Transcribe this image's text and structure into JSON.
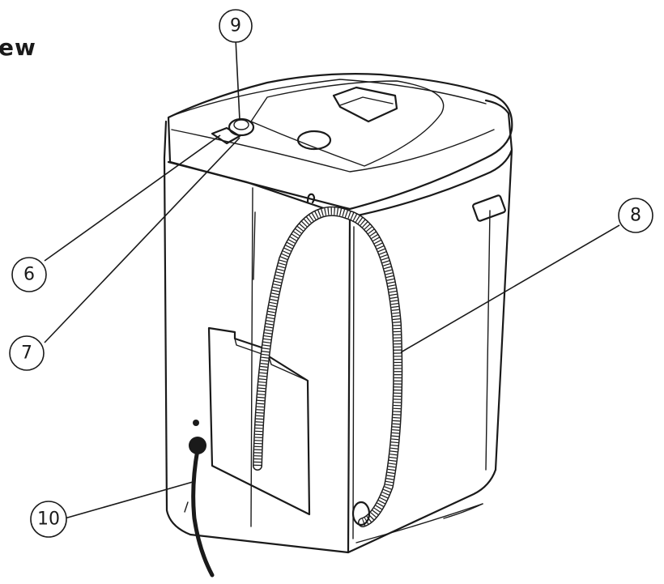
{
  "page": {
    "title_fragment": "ew"
  },
  "callouts": [
    {
      "id": "9",
      "label": "9"
    },
    {
      "id": "8",
      "label": "8"
    },
    {
      "id": "6",
      "label": "6"
    },
    {
      "id": "7",
      "label": "7"
    },
    {
      "id": "10",
      "label": "10"
    }
  ]
}
